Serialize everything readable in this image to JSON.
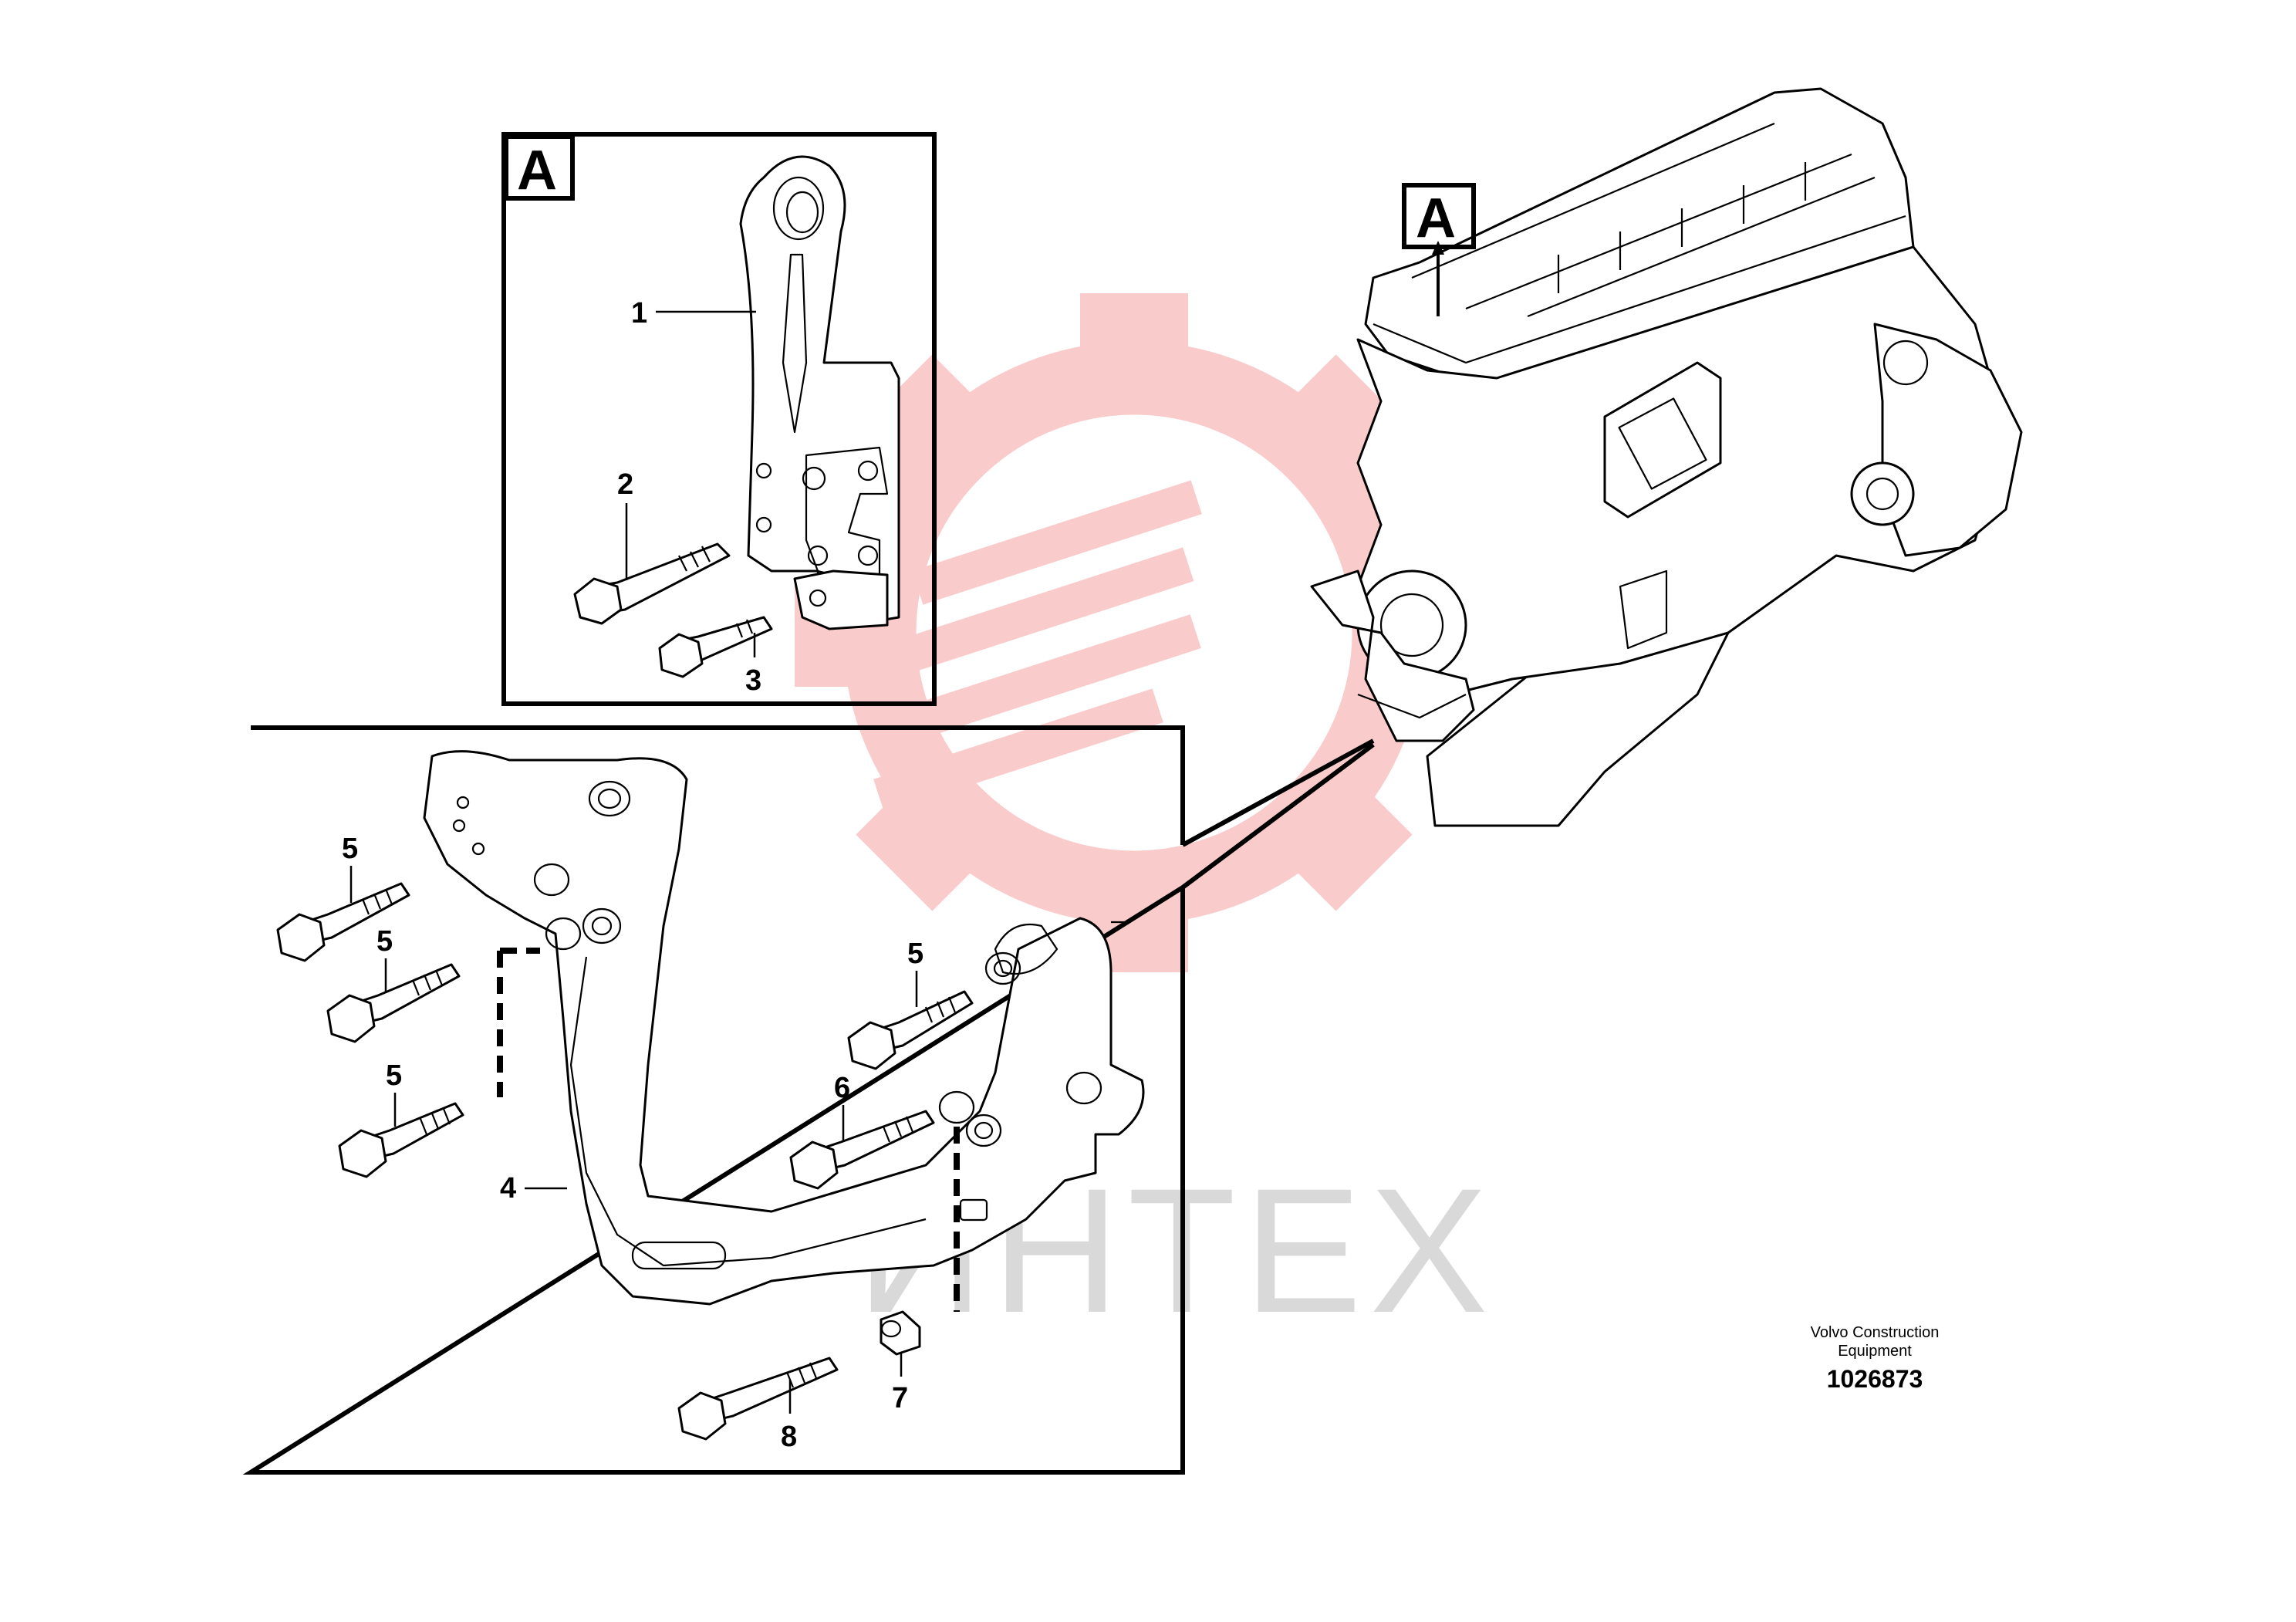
{
  "watermark": {
    "text": "ИНТЕХ",
    "color": "#f4a0a0"
  },
  "views": {
    "engine_label": "A",
    "detail_label": "A"
  },
  "callouts": {
    "c1": "1",
    "c2": "2",
    "c3": "3",
    "c4": "4",
    "c5a": "5",
    "c5b": "5",
    "c5c": "5",
    "c5d": "5",
    "c6": "6",
    "c7": "7",
    "c8": "8"
  },
  "caption": {
    "line1": "Volvo Construction",
    "line2": "Equipment",
    "number": "1026873"
  }
}
